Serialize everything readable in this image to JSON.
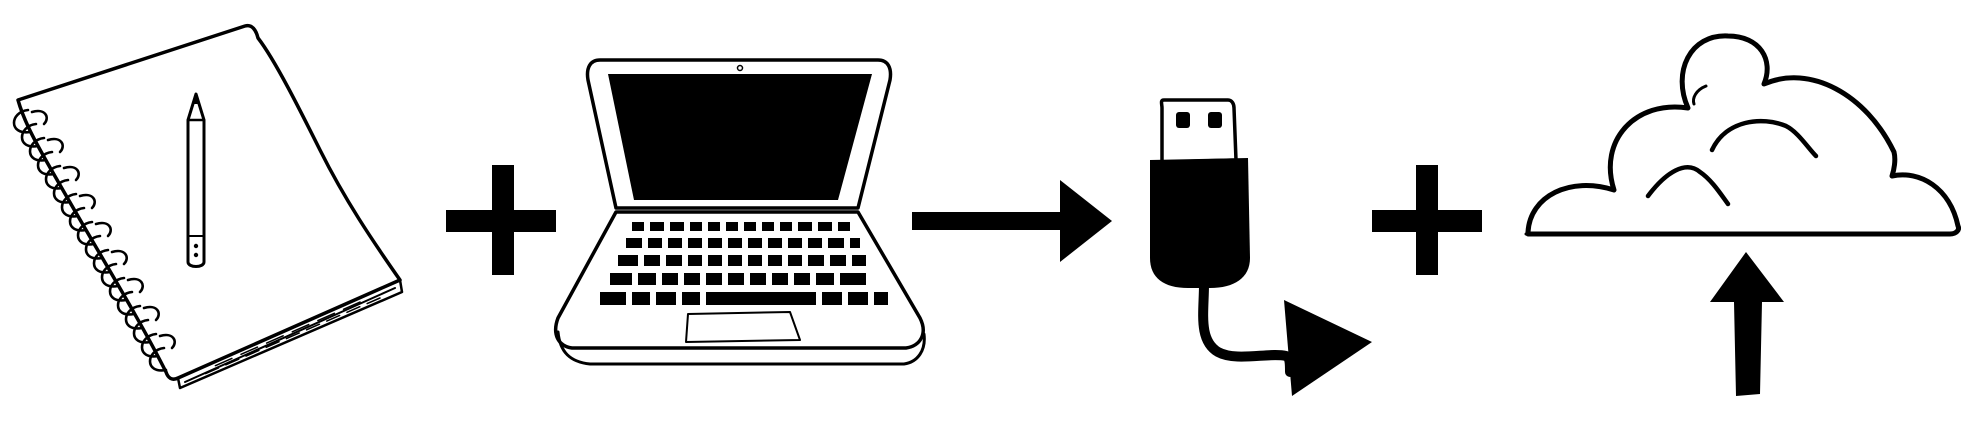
{
  "diagram": {
    "type": "pictogram-flow",
    "colors": {
      "ink": "#000000",
      "background": "#ffffff"
    },
    "sequence": [
      {
        "kind": "icon",
        "icon": "notebook-with-pencil-icon"
      },
      {
        "kind": "operator",
        "icon": "plus-icon"
      },
      {
        "kind": "icon",
        "icon": "laptop-icon"
      },
      {
        "kind": "operator",
        "icon": "arrow-right-icon"
      },
      {
        "kind": "icon",
        "icon": "usb-drive-icon"
      },
      {
        "kind": "operator",
        "icon": "plus-icon"
      },
      {
        "kind": "icon",
        "icon": "cloud-upload-icon"
      }
    ]
  }
}
